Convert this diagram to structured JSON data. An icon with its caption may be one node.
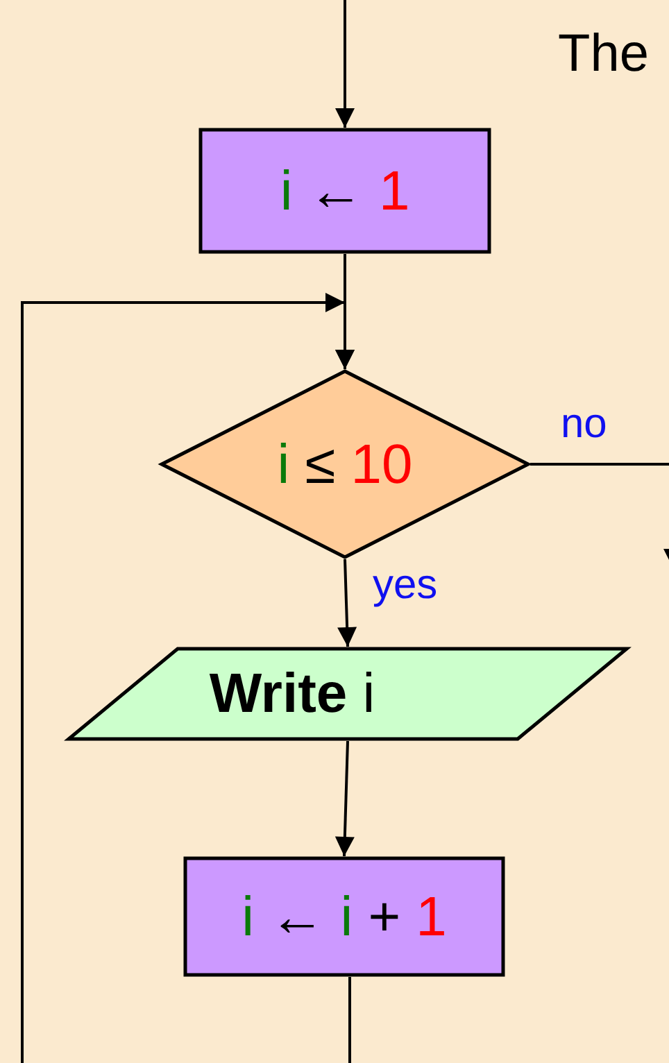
{
  "diagram": {
    "nodes": [
      {
        "text": [
          "i ← 1"
        ]
      },
      {
        "text": [
          "i ≤ 10"
        ]
      },
      {
        "text": [
          "**Write** i"
        ]
      },
      {
        "text": [
          "i ← i + 1"
        ]
      }
    ],
    "edges": [
      {
        "from": null,
        "to": 0,
        "arrow": "to"
      },
      {
        "from": 0,
        "to": 1,
        "arrow": "to"
      },
      {
        "from": 1,
        "to": 2,
        "arrow": "to",
        "label": "yes"
      },
      {
        "from": 1,
        "to": null,
        "arrow": "to",
        "label": "no"
      },
      {
        "from": 2,
        "to": 3,
        "arrow": "to"
      },
      {
        "from": 3,
        "to": 1,
        "arrow": "to"
      }
    ],
    "labels": [
      "The"
    ]
  }
}
